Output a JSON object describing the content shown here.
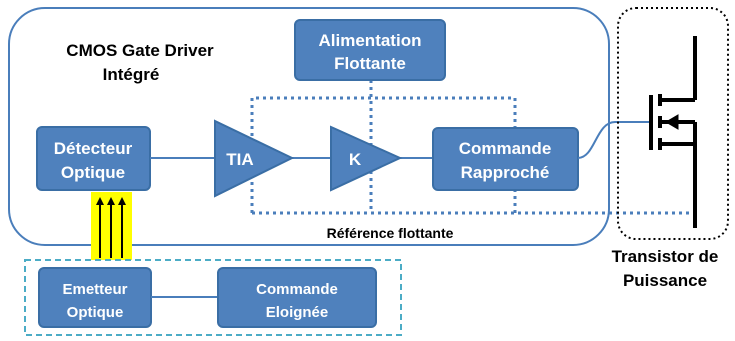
{
  "colors": {
    "block_fill": "#4f81bd",
    "block_border": "#3a6ea5",
    "outline": "#4a7ebb",
    "dotted_blue": "#4a7ebb",
    "dashed_cyan": "#4bacc6",
    "optical_highlight": "#ffff00",
    "black": "#000000"
  },
  "gate_driver": {
    "title_line1": "CMOS Gate Driver",
    "title_line2": "Intégré"
  },
  "blocks": {
    "alimentation_line1": "Alimentation",
    "alimentation_line2": "Flottante",
    "detecteur_line1": "Détecteur",
    "detecteur_line2": "Optique",
    "tia": "TIA",
    "k": "K",
    "commande_rapprochee_line1": "Commande",
    "commande_rapprochee_line2": "Rapproché",
    "emetteur_line1": "Emetteur",
    "emetteur_line2": "Optique",
    "commande_eloignee_line1": "Commande",
    "commande_eloignee_line2": "Eloignée"
  },
  "labels": {
    "reference_flottante": "Référence flottante",
    "transistor_line1": "Transistor de",
    "transistor_line2": "Puissance"
  },
  "icons": {
    "optical_link": "upward-arrows-icon",
    "transistor": "mosfet-symbol-icon"
  }
}
